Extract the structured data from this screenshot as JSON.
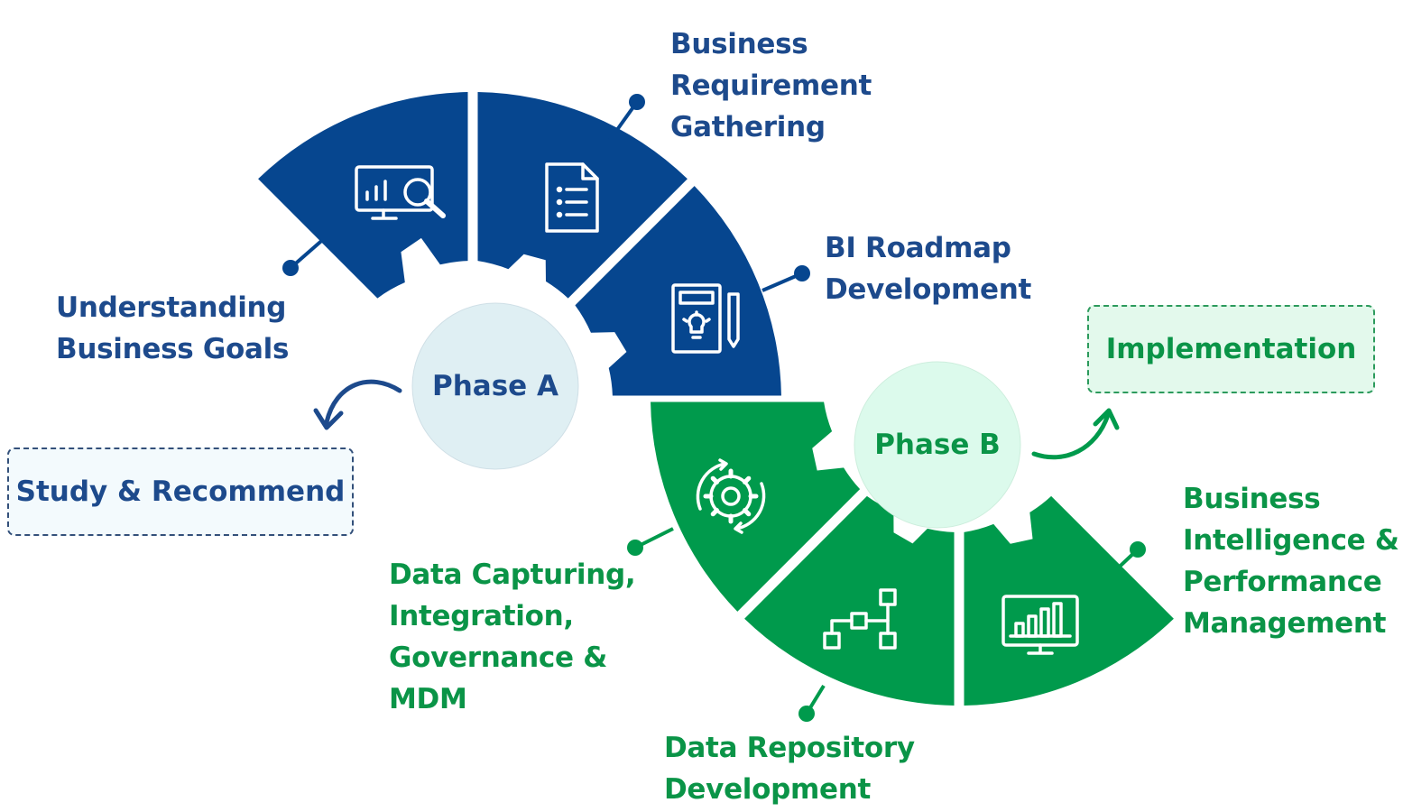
{
  "colors": {
    "phase_a": "#06468f",
    "phase_b": "#009a4c",
    "label_blue": "#1d4a8c",
    "label_green": "#0a9447",
    "phase_a_circle": "#dfeff3",
    "phase_b_circle": "#dcfaec",
    "study_box_bg": "#f3fafd",
    "implementation_box_bg": "#e3f9ec"
  },
  "phases": [
    {
      "label": "Phase A",
      "outcome": "Study & Recommend"
    },
    {
      "label": "Phase B",
      "outcome": "Implementation"
    }
  ],
  "steps": [
    {
      "label_lines": [
        "Understanding",
        "Business Goals"
      ],
      "icon": "monitor-analytics-icon",
      "phase": "A"
    },
    {
      "label_lines": [
        "Business",
        "Requirement",
        "Gathering"
      ],
      "icon": "document-list-icon",
      "phase": "A"
    },
    {
      "label_lines": [
        "BI Roadmap",
        "Development"
      ],
      "icon": "idea-board-pencil-icon",
      "phase": "A"
    },
    {
      "label_lines": [
        "Data Capturing,",
        "Integration,",
        "Governance &",
        "MDM"
      ],
      "icon": "gear-cycle-icon",
      "phase": "B"
    },
    {
      "label_lines": [
        "Data Repository",
        "Development"
      ],
      "icon": "flowchart-nodes-icon",
      "phase": "B"
    },
    {
      "label_lines": [
        "Business",
        "Intelligence &",
        "Performance",
        "Management"
      ],
      "icon": "monitor-bar-chart-icon",
      "phase": "B"
    }
  ]
}
